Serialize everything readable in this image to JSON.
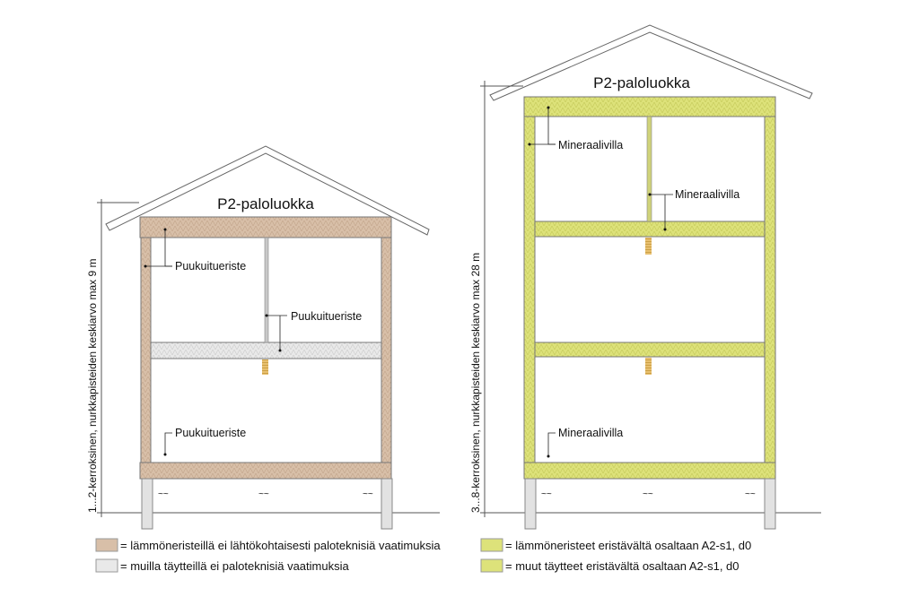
{
  "colors": {
    "wood_fiber": "#d8bfa8",
    "other_fill": "#e9e9e9",
    "mineral": "#dde27a",
    "stud": "#e0b050",
    "line": "#555555"
  },
  "left_building": {
    "title": "P2-paloluokka",
    "dimension": "1...2-kerroksinen, nurkkapisteiden keskiarvo max 9 m",
    "labels": [
      "Puukuitueriste",
      "Puukuitueriste",
      "Puukuitueriste"
    ]
  },
  "right_building": {
    "title": "P2-paloluokka",
    "dimension": "3...8-kerroksinen, nurkkapisteiden keskiarvo max 28 m",
    "labels": [
      "Mineraalivilla",
      "Mineraalivilla",
      "Mineraalivilla"
    ]
  },
  "legend": [
    {
      "text": "= lämmöneristeillä ei lähtökohtaisesti paloteknisiä vaatimuksia",
      "color": "#d8bfa8"
    },
    {
      "text": "= muilla täytteillä ei paloteknisiä vaatimuksia",
      "color": "#e9e9e9"
    },
    {
      "text": "= lämmöneristeet eristävältä osaltaan A2-s1, d0",
      "color": "#dde27a"
    },
    {
      "text": "= muut täytteet eristävältä osaltaan A2-s1, d0",
      "color": "#dde27a"
    }
  ]
}
